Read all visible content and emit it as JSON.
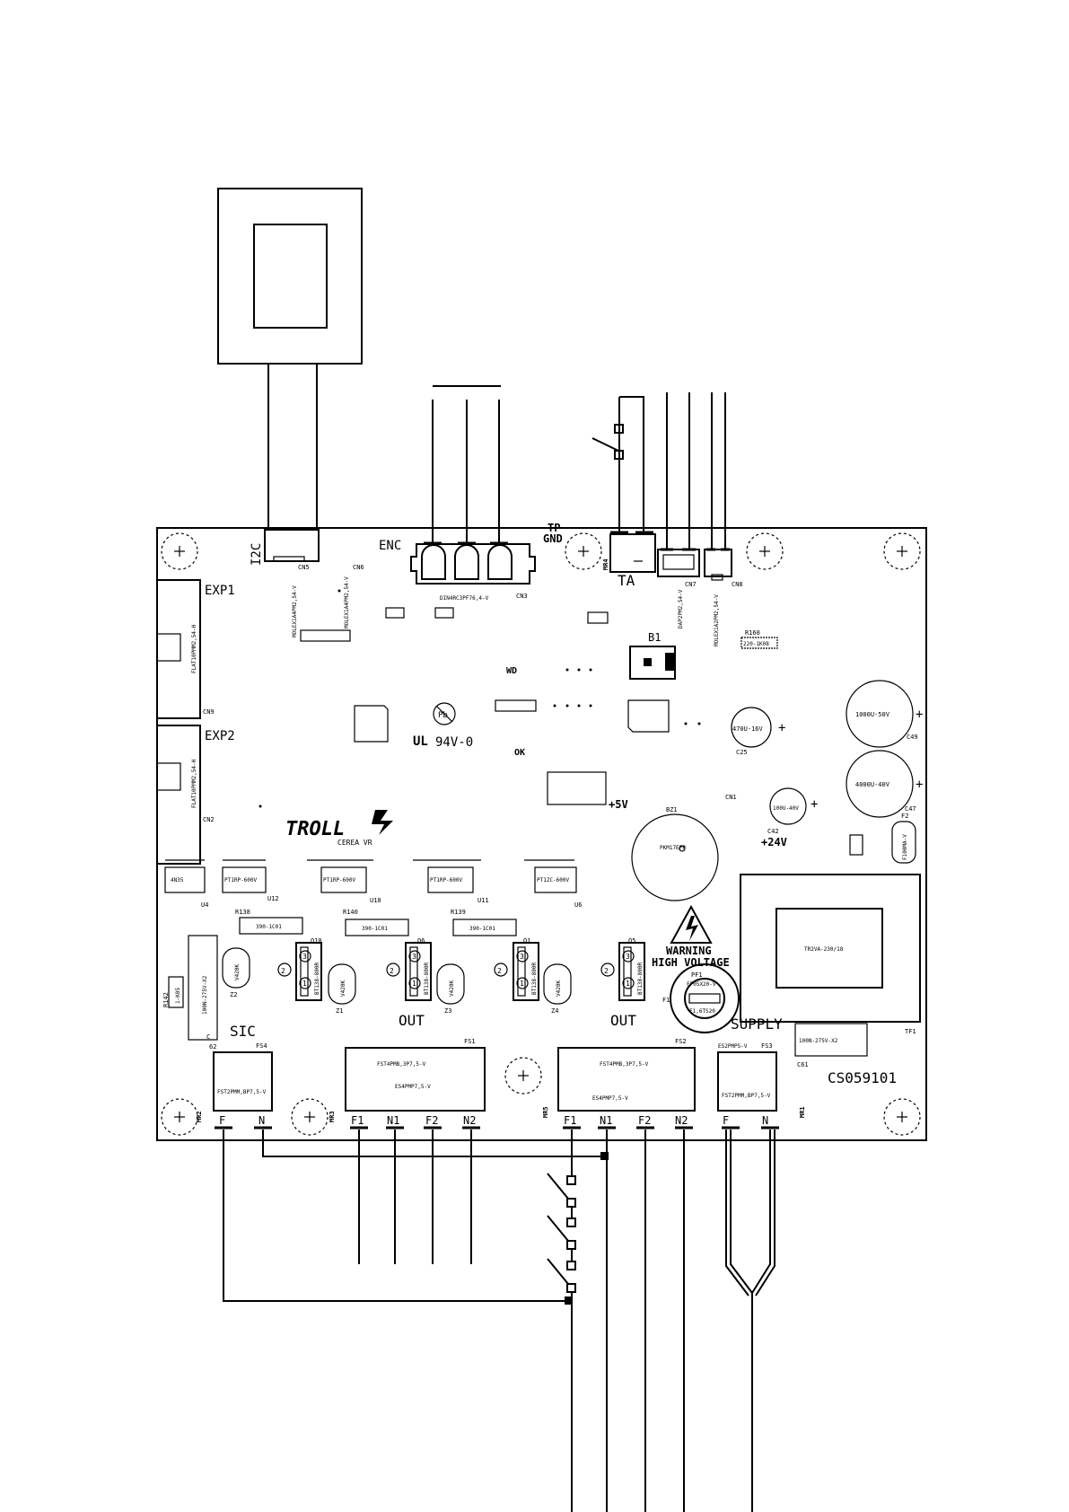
{
  "board": {
    "code": "CS059101",
    "brand": "TROLL",
    "model": "CEREA VR",
    "rating": "94V-0",
    "lead_free": "Pb"
  },
  "sections": {
    "i2c": "I2C",
    "enc": "ENC",
    "tp": "TP",
    "gnd": "GND",
    "ta": "TA",
    "exp1": "EXP1",
    "exp2": "EXP2",
    "wd": "WD",
    "ok": "OK",
    "plus5v": "+5V",
    "plus24v": "+24V",
    "sic": "SIC",
    "out1": "OUT",
    "out2": "OUT",
    "supply": "SUPPLY",
    "warning": "WARNING",
    "high_voltage": "HIGH VOLTAGE"
  },
  "designators": {
    "cn5": "CN5",
    "cn6": "CN6",
    "cn3": "CN3",
    "cn7": "CN7",
    "cn8": "CN8",
    "cn9": "CN9",
    "cn2": "CN2",
    "cn1": "CN1",
    "mr4": "MR4",
    "b1": "B1",
    "r160": "R160",
    "c25": "C25",
    "c49": "C49",
    "c42": "C42",
    "c47": "C47",
    "bz1": "BZ1",
    "f2": "F2",
    "u4": "U4",
    "u12": "U12",
    "u10": "U10",
    "u11": "U11",
    "u6": "U6",
    "r138": "R138",
    "r140": "R140",
    "r139": "R139",
    "q10": "Q10",
    "q6": "Q6",
    "q1": "Q1",
    "q5": "Q5",
    "z2": "Z2",
    "z1": "Z1",
    "z3": "Z3",
    "z4": "Z4",
    "r142": "R142",
    "c62": "C",
    "c62b": "62",
    "pf1": "PF1",
    "f1": "F1",
    "tf1": "TF1",
    "c61": "C61",
    "fs4": "FS4",
    "fs1": "FS1",
    "fs2": "FS2",
    "fs3": "FS3",
    "mr1": "MR1",
    "mr2": "MR2",
    "mr3": "MR3",
    "mr5": "MR5"
  },
  "parts": {
    "cn3": "DIN4RC3PF76,4-V",
    "cn5": "MOLEX1A4PM2,54-V",
    "cn6": "MOLEX1A4PM2,54-V",
    "cn7": "DAP2PM2,54-V",
    "cn8": "MOLEX1A2PM2,54-V",
    "cn9": "FLAT10PMM2,54-H",
    "cn2": "FLAT10PMM2,54-H",
    "r160": "220-1K08",
    "c25": "470U-16V",
    "c49": "1000U-50V",
    "c42": "100U-40V",
    "c47": "4000U-40V",
    "bz1": "PKM17EPP",
    "f2": "F100MA-V",
    "u4": "4N35",
    "u12": "PT1RP-600V",
    "u10": "PT1RP-600V",
    "u11": "PT1RP-600V",
    "u6": "PT1ZC-600V",
    "r138": "390-1C01",
    "r140": "390-1C01",
    "r139": "390-1C01",
    "q": "BT138-800R",
    "z": "V420K",
    "r142": "1-K05",
    "c62": "100N-275V-X2",
    "pf1": "FF05X20-V",
    "f1": "F1,6TS20",
    "tf1": "TR2VA-230/18",
    "c61": "100N-275V-X2",
    "fs4": "FST2PMM,BP7,5-V",
    "fs1a": "FST4PMB,3P7,5-V",
    "fs1b": "ES4PMP7,5-V",
    "fs2a": "FST4PMB,3P7,5-V",
    "fs2b": "ES4PMP7,5-V",
    "fs3a": "ES2PMP5-V",
    "fs3b": "FST2PMM,BP7,5-V"
  },
  "terminals": {
    "sic": [
      "F",
      "N"
    ],
    "out1": [
      "F1",
      "N1",
      "F2",
      "N2"
    ],
    "out2": [
      "F1",
      "N1",
      "F2",
      "N2"
    ],
    "supply": [
      "F",
      "N"
    ]
  }
}
